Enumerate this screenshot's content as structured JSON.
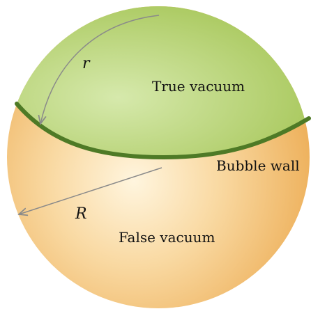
{
  "labels": {
    "true_vacuum": "True vacuum",
    "bubble_wall": "Bubble wall",
    "false_vacuum": "False vacuum",
    "r": "r",
    "R": "R"
  },
  "colors": {
    "false_vacuum_center": "#FFF5DE",
    "false_vacuum_mid": "#F8D196",
    "false_vacuum_edge": "#EDAE57",
    "true_vacuum_center": "#D8EAB0",
    "true_vacuum_edge": "#A8C85A",
    "bubble_wall": "#4E7A26",
    "arrow": "#8A8A8A",
    "text": "#111111"
  }
}
